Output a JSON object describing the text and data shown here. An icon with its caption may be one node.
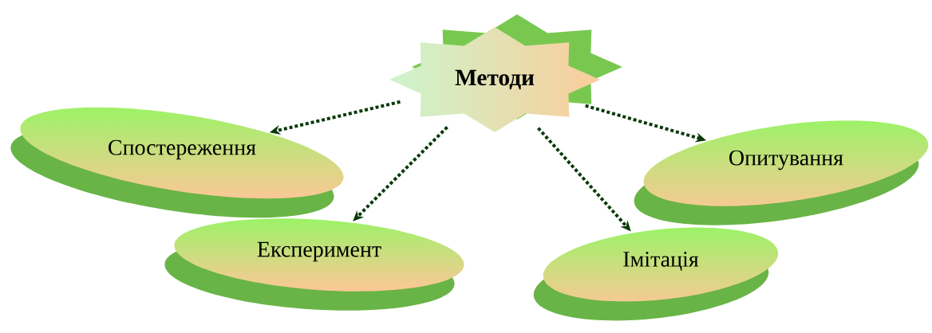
{
  "diagram": {
    "nodes": [
      {
        "text": [
          "Методи"
        ]
      },
      {
        "text": [
          "Спостереження"
        ]
      },
      {
        "text": [
          "Опитування"
        ]
      },
      {
        "text": [
          "Експеримент"
        ]
      },
      {
        "text": [
          "Імітація"
        ]
      }
    ],
    "edges": [
      {
        "from": 0,
        "to": 1,
        "arrow": "to"
      },
      {
        "from": 0,
        "to": 3,
        "arrow": "to"
      },
      {
        "from": 0,
        "to": 4,
        "arrow": "to"
      },
      {
        "from": 0,
        "to": 2,
        "arrow": "to"
      }
    ]
  }
}
